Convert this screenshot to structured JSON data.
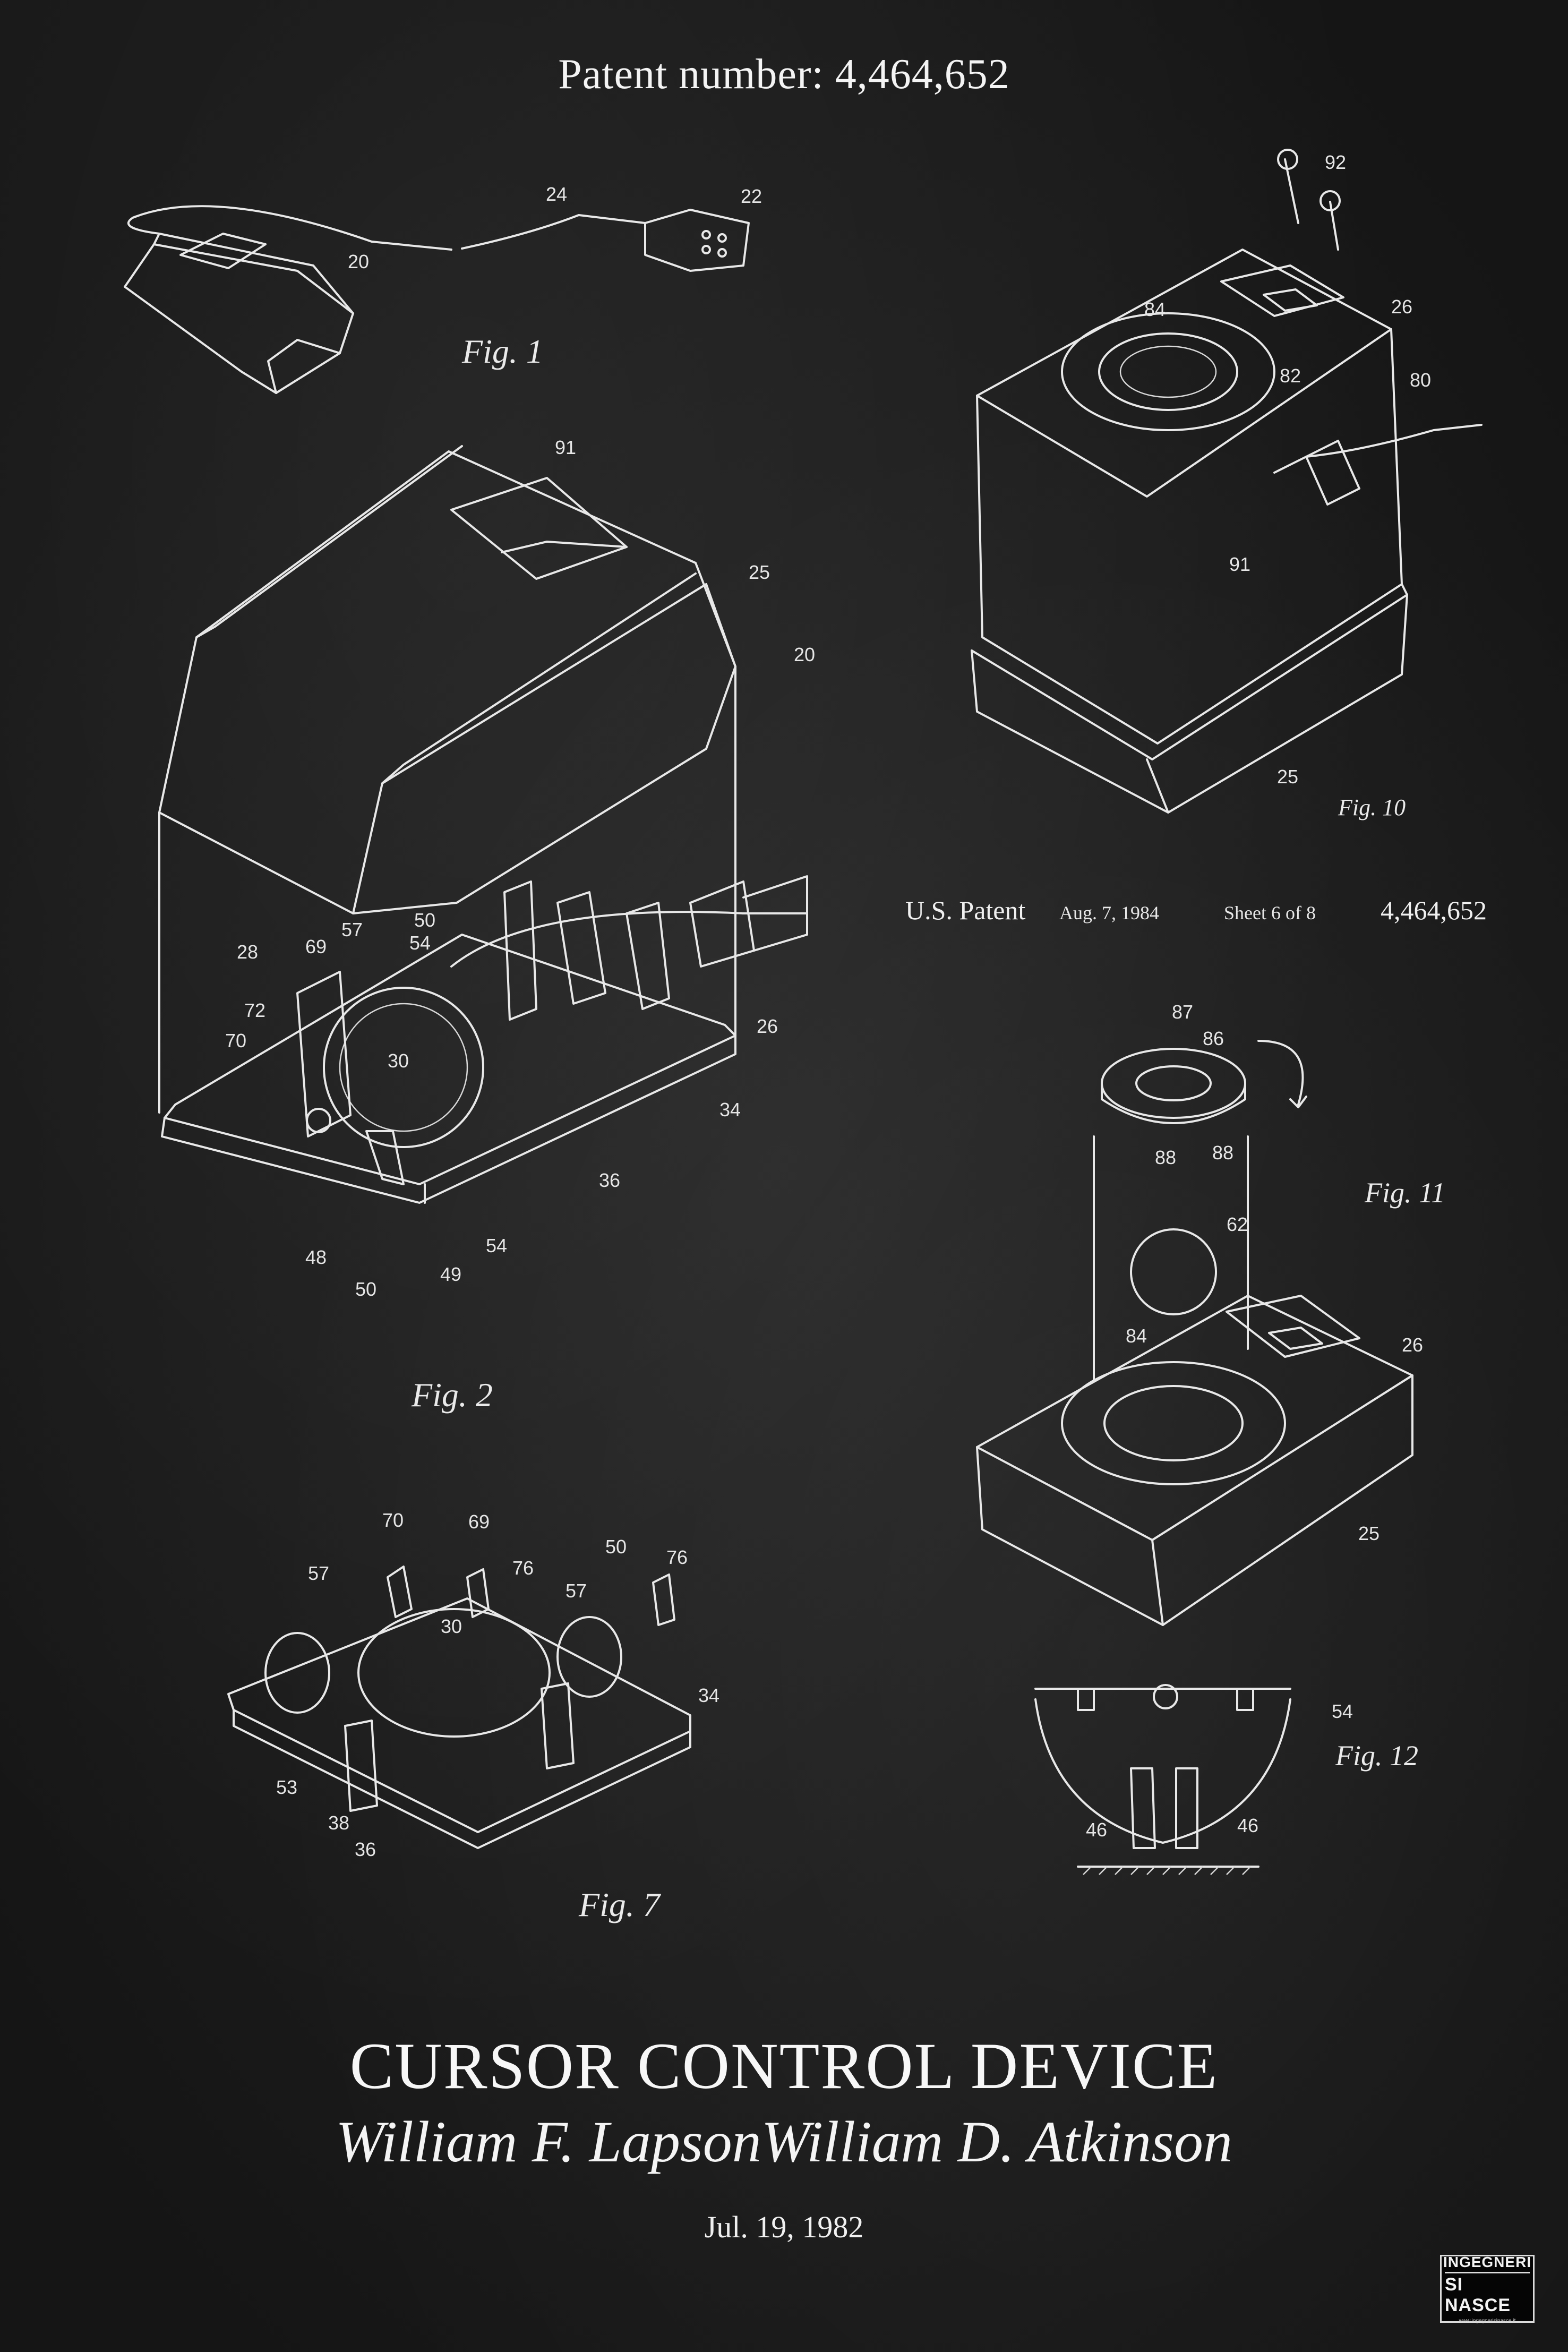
{
  "header": {
    "patent_number": "Patent number: 4,464,652"
  },
  "figures": {
    "fig1": "Fig. 1",
    "fig2": "Fig. 2",
    "fig7": "Fig. 7",
    "fig10": "Fig. 10",
    "fig11": "Fig. 11",
    "fig12": "Fig. 12"
  },
  "sheet_header": {
    "us_patent": "U.S. Patent",
    "date": "Aug. 7, 1984",
    "sheet": "Sheet 6 of 8",
    "number": "4,464,652"
  },
  "reference_numbers": {
    "fig1": [
      "24",
      "22",
      "20"
    ],
    "fig2": [
      "91",
      "25",
      "20",
      "50",
      "57",
      "54",
      "28",
      "69",
      "72",
      "70",
      "30",
      "26",
      "34",
      "36",
      "48",
      "50",
      "49",
      "54"
    ],
    "fig7": [
      "70",
      "69",
      "57",
      "76",
      "50",
      "76",
      "57",
      "30",
      "34",
      "53",
      "38",
      "36"
    ],
    "fig10": [
      "92",
      "26",
      "84",
      "82",
      "80",
      "91",
      "25"
    ],
    "fig11": [
      "87",
      "86",
      "88",
      "88",
      "62",
      "84",
      "26",
      "25"
    ],
    "fig12": [
      "54",
      "46",
      "46"
    ]
  },
  "title": "CURSOR CONTROL DEVICE",
  "inventors": [
    "William F. Lapson",
    "William D. Atkinson"
  ],
  "date": "Jul. 19, 1982",
  "logo": {
    "line1": "INGEGNERI",
    "line2": "SI NASCE",
    "line3": "www.ingegnerisinasce.it"
  }
}
